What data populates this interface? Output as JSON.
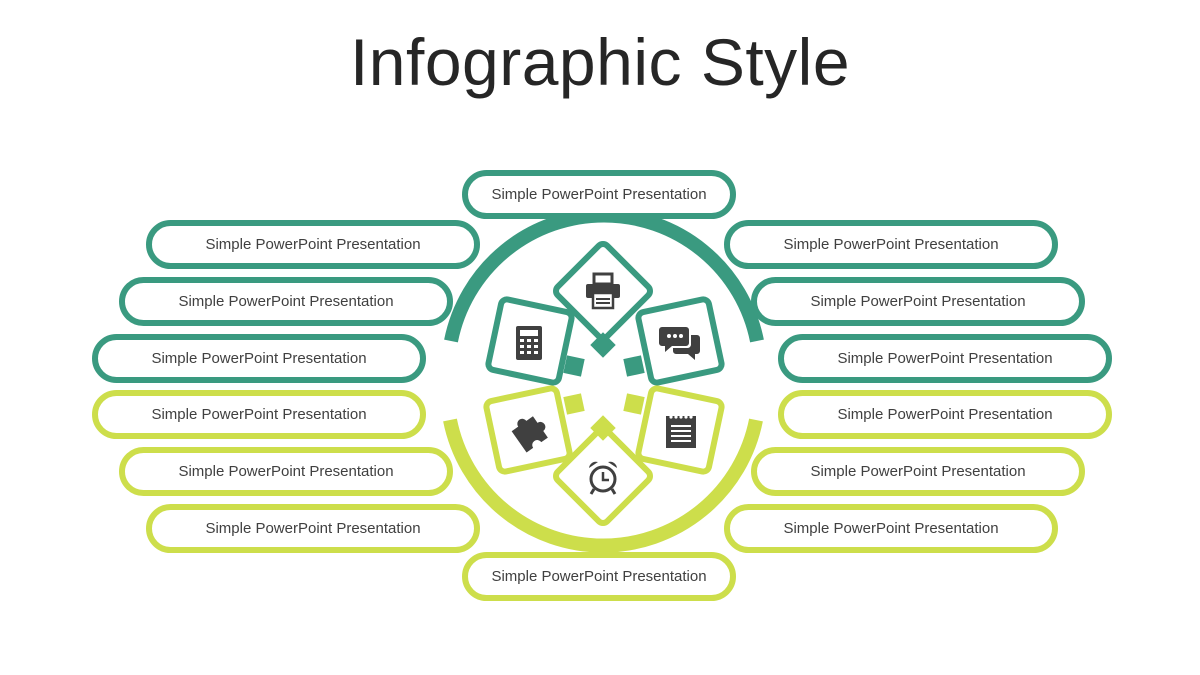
{
  "title": "Infographic Style",
  "colors": {
    "teal": "#3a9a80",
    "lime": "#cdde4b",
    "icon": "#404040",
    "text": "#404040"
  },
  "labels": {
    "top": "Simple PowerPoint Presentation",
    "bottom": "Simple PowerPoint Presentation",
    "left": [
      "Simple PowerPoint Presentation",
      "Simple PowerPoint Presentation",
      "Simple PowerPoint Presentation",
      "Simple PowerPoint Presentation",
      "Simple PowerPoint Presentation",
      "Simple PowerPoint Presentation"
    ],
    "right": [
      "Simple PowerPoint Presentation",
      "Simple PowerPoint Presentation",
      "Simple PowerPoint Presentation",
      "Simple PowerPoint Presentation",
      "Simple PowerPoint Presentation",
      "Simple PowerPoint Presentation"
    ]
  },
  "icons": [
    "printer-icon",
    "calculator-icon",
    "chat-bubbles-icon",
    "puzzle-piece-icon",
    "notepad-icon",
    "alarm-clock-icon"
  ]
}
